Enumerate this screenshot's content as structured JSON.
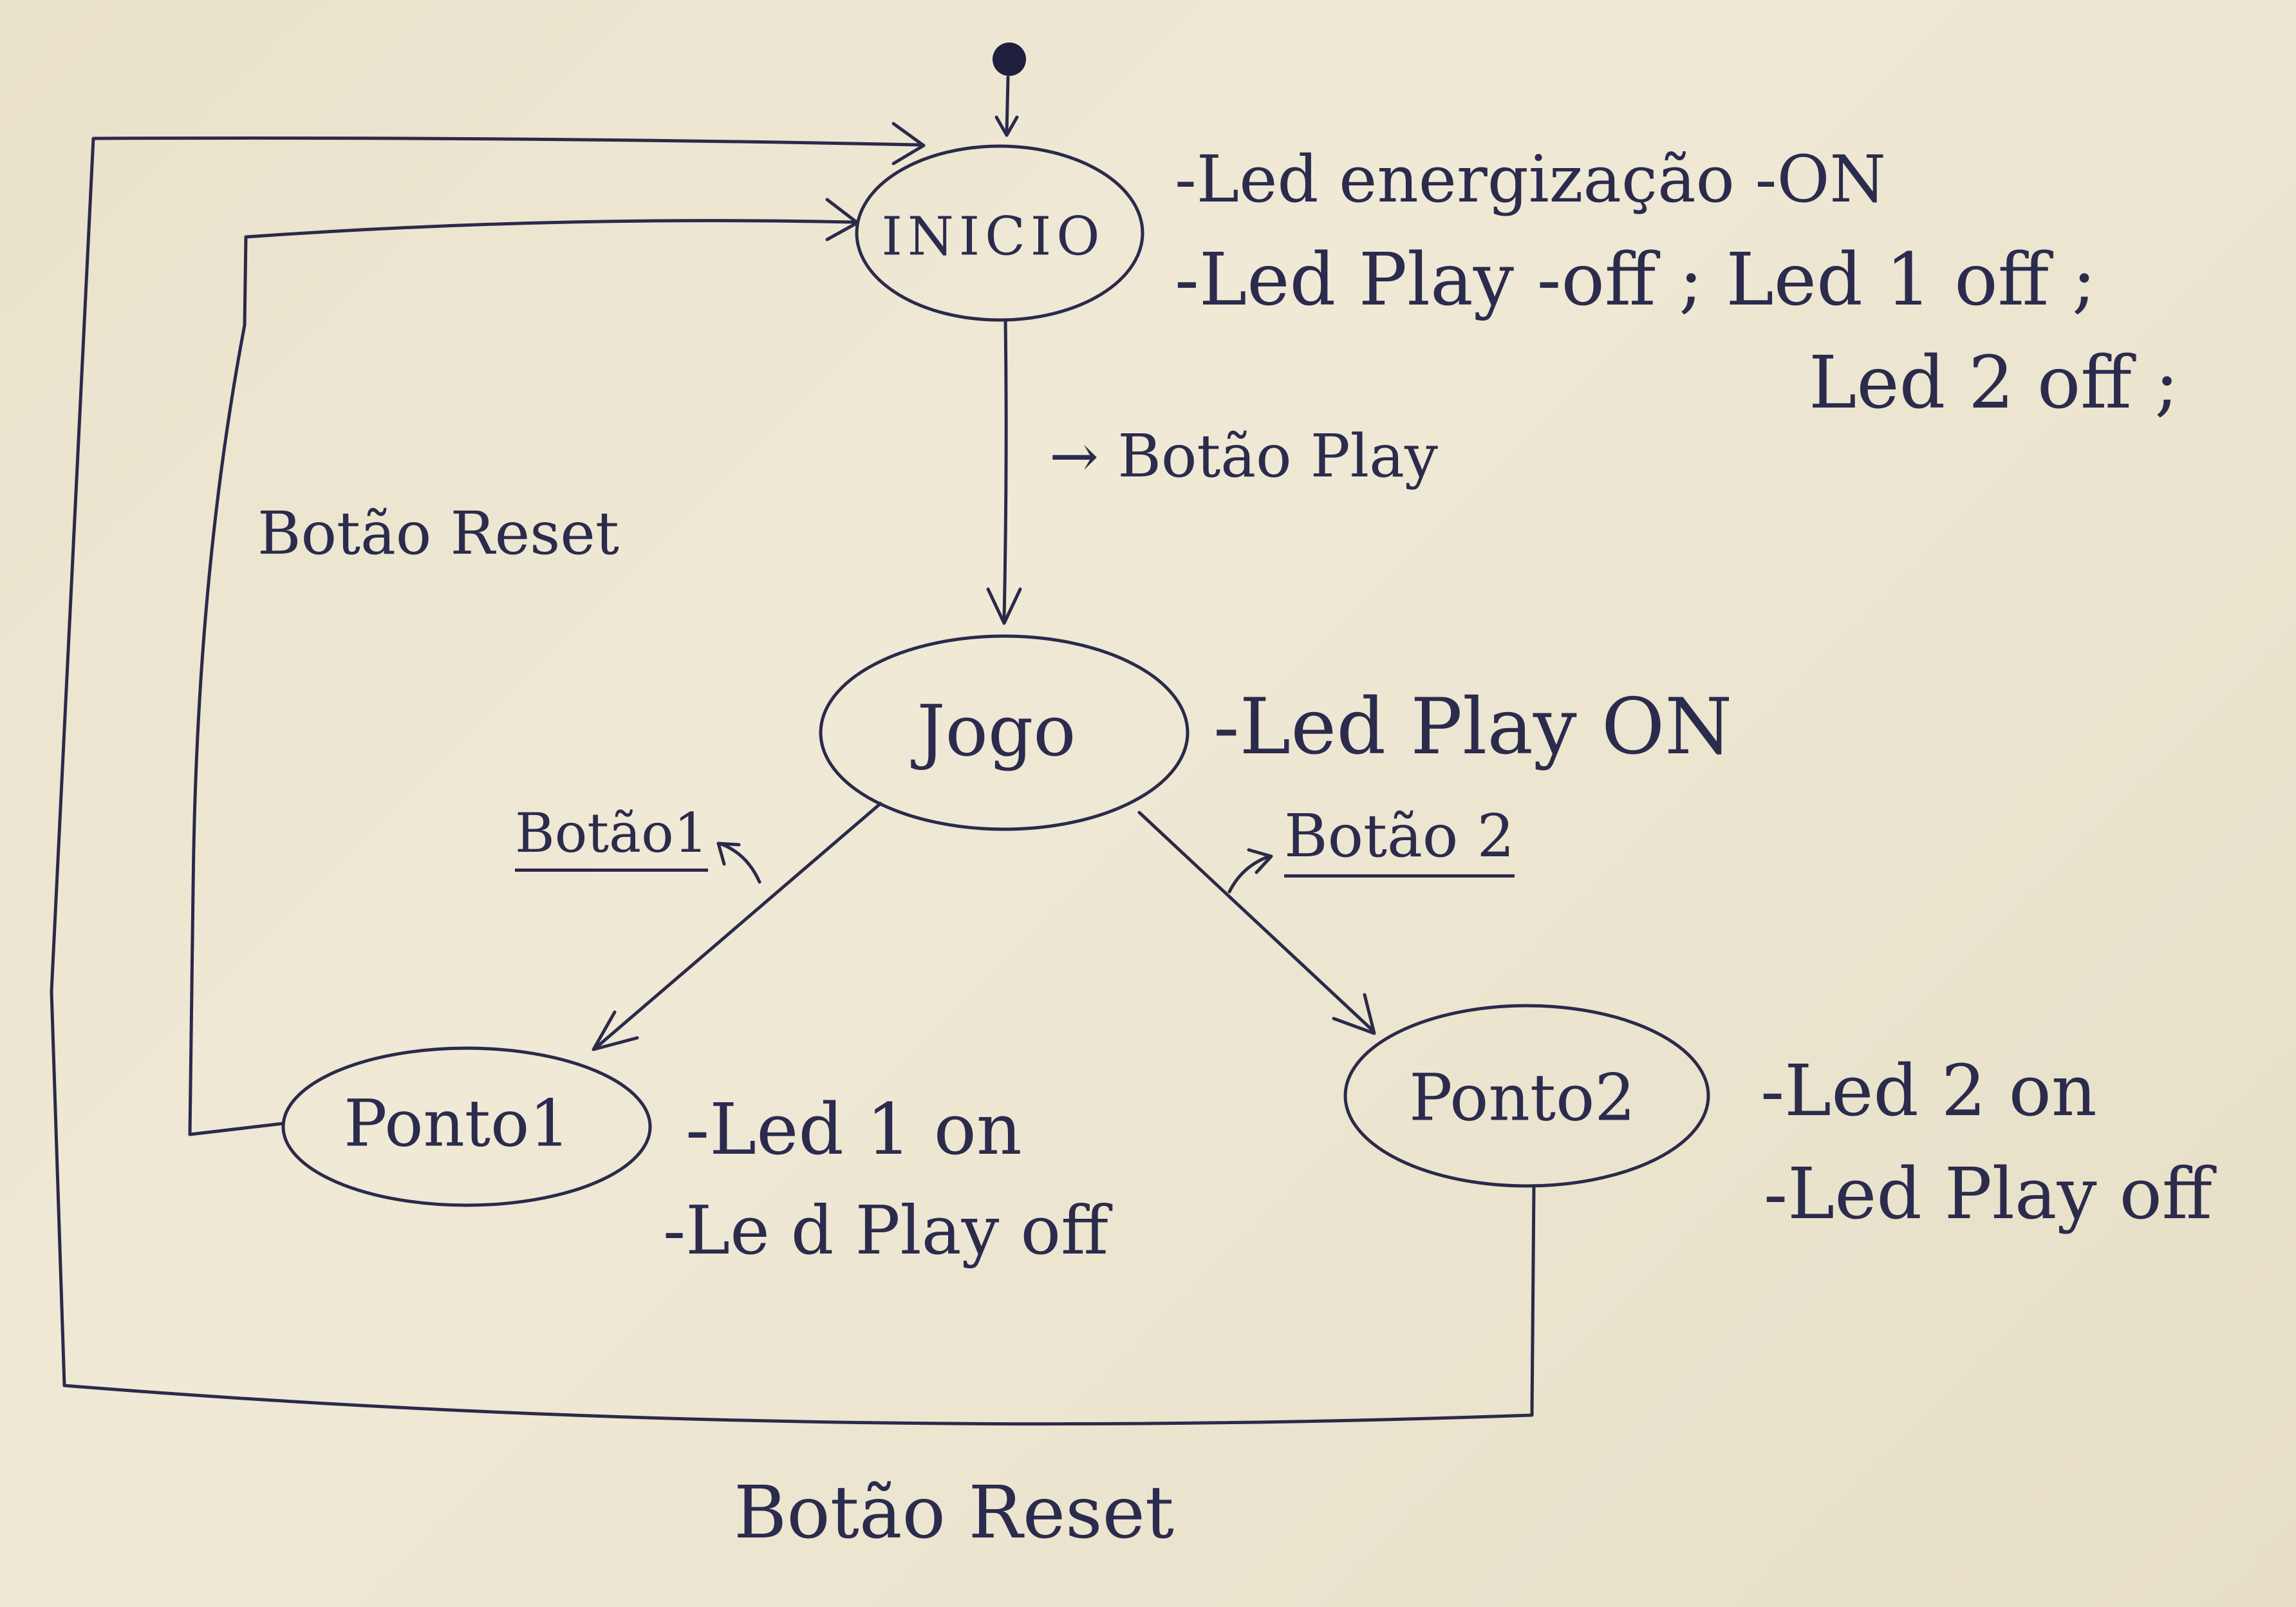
{
  "colors": {
    "paper": "#ece5cf",
    "ink": "#2a2a4a"
  },
  "nodes": {
    "initial": {
      "label": ""
    },
    "inicio": {
      "label": "INICIO"
    },
    "jogo": {
      "label": "Jogo"
    },
    "ponto1": {
      "label": "Ponto1"
    },
    "ponto2": {
      "label": "Ponto2"
    }
  },
  "notes": {
    "inicio": [
      "-Led energização -ON",
      "-Led Play -off ; Led 1 off ;",
      "Led 2 off ;"
    ],
    "jogo": [
      "-Led Play ON"
    ],
    "ponto1": [
      "-Led 1 on",
      "-Le d Play off"
    ],
    "ponto2": [
      "-Led 2 on",
      "-Led Play off"
    ]
  },
  "edges": {
    "inicio_jogo": "→ Botão Play",
    "jogo_ponto1": "Botão1",
    "jogo_ponto2": "Botão 2",
    "ponto1_inicio": "Botão Reset",
    "ponto2_inicio": "Botão Reset"
  }
}
